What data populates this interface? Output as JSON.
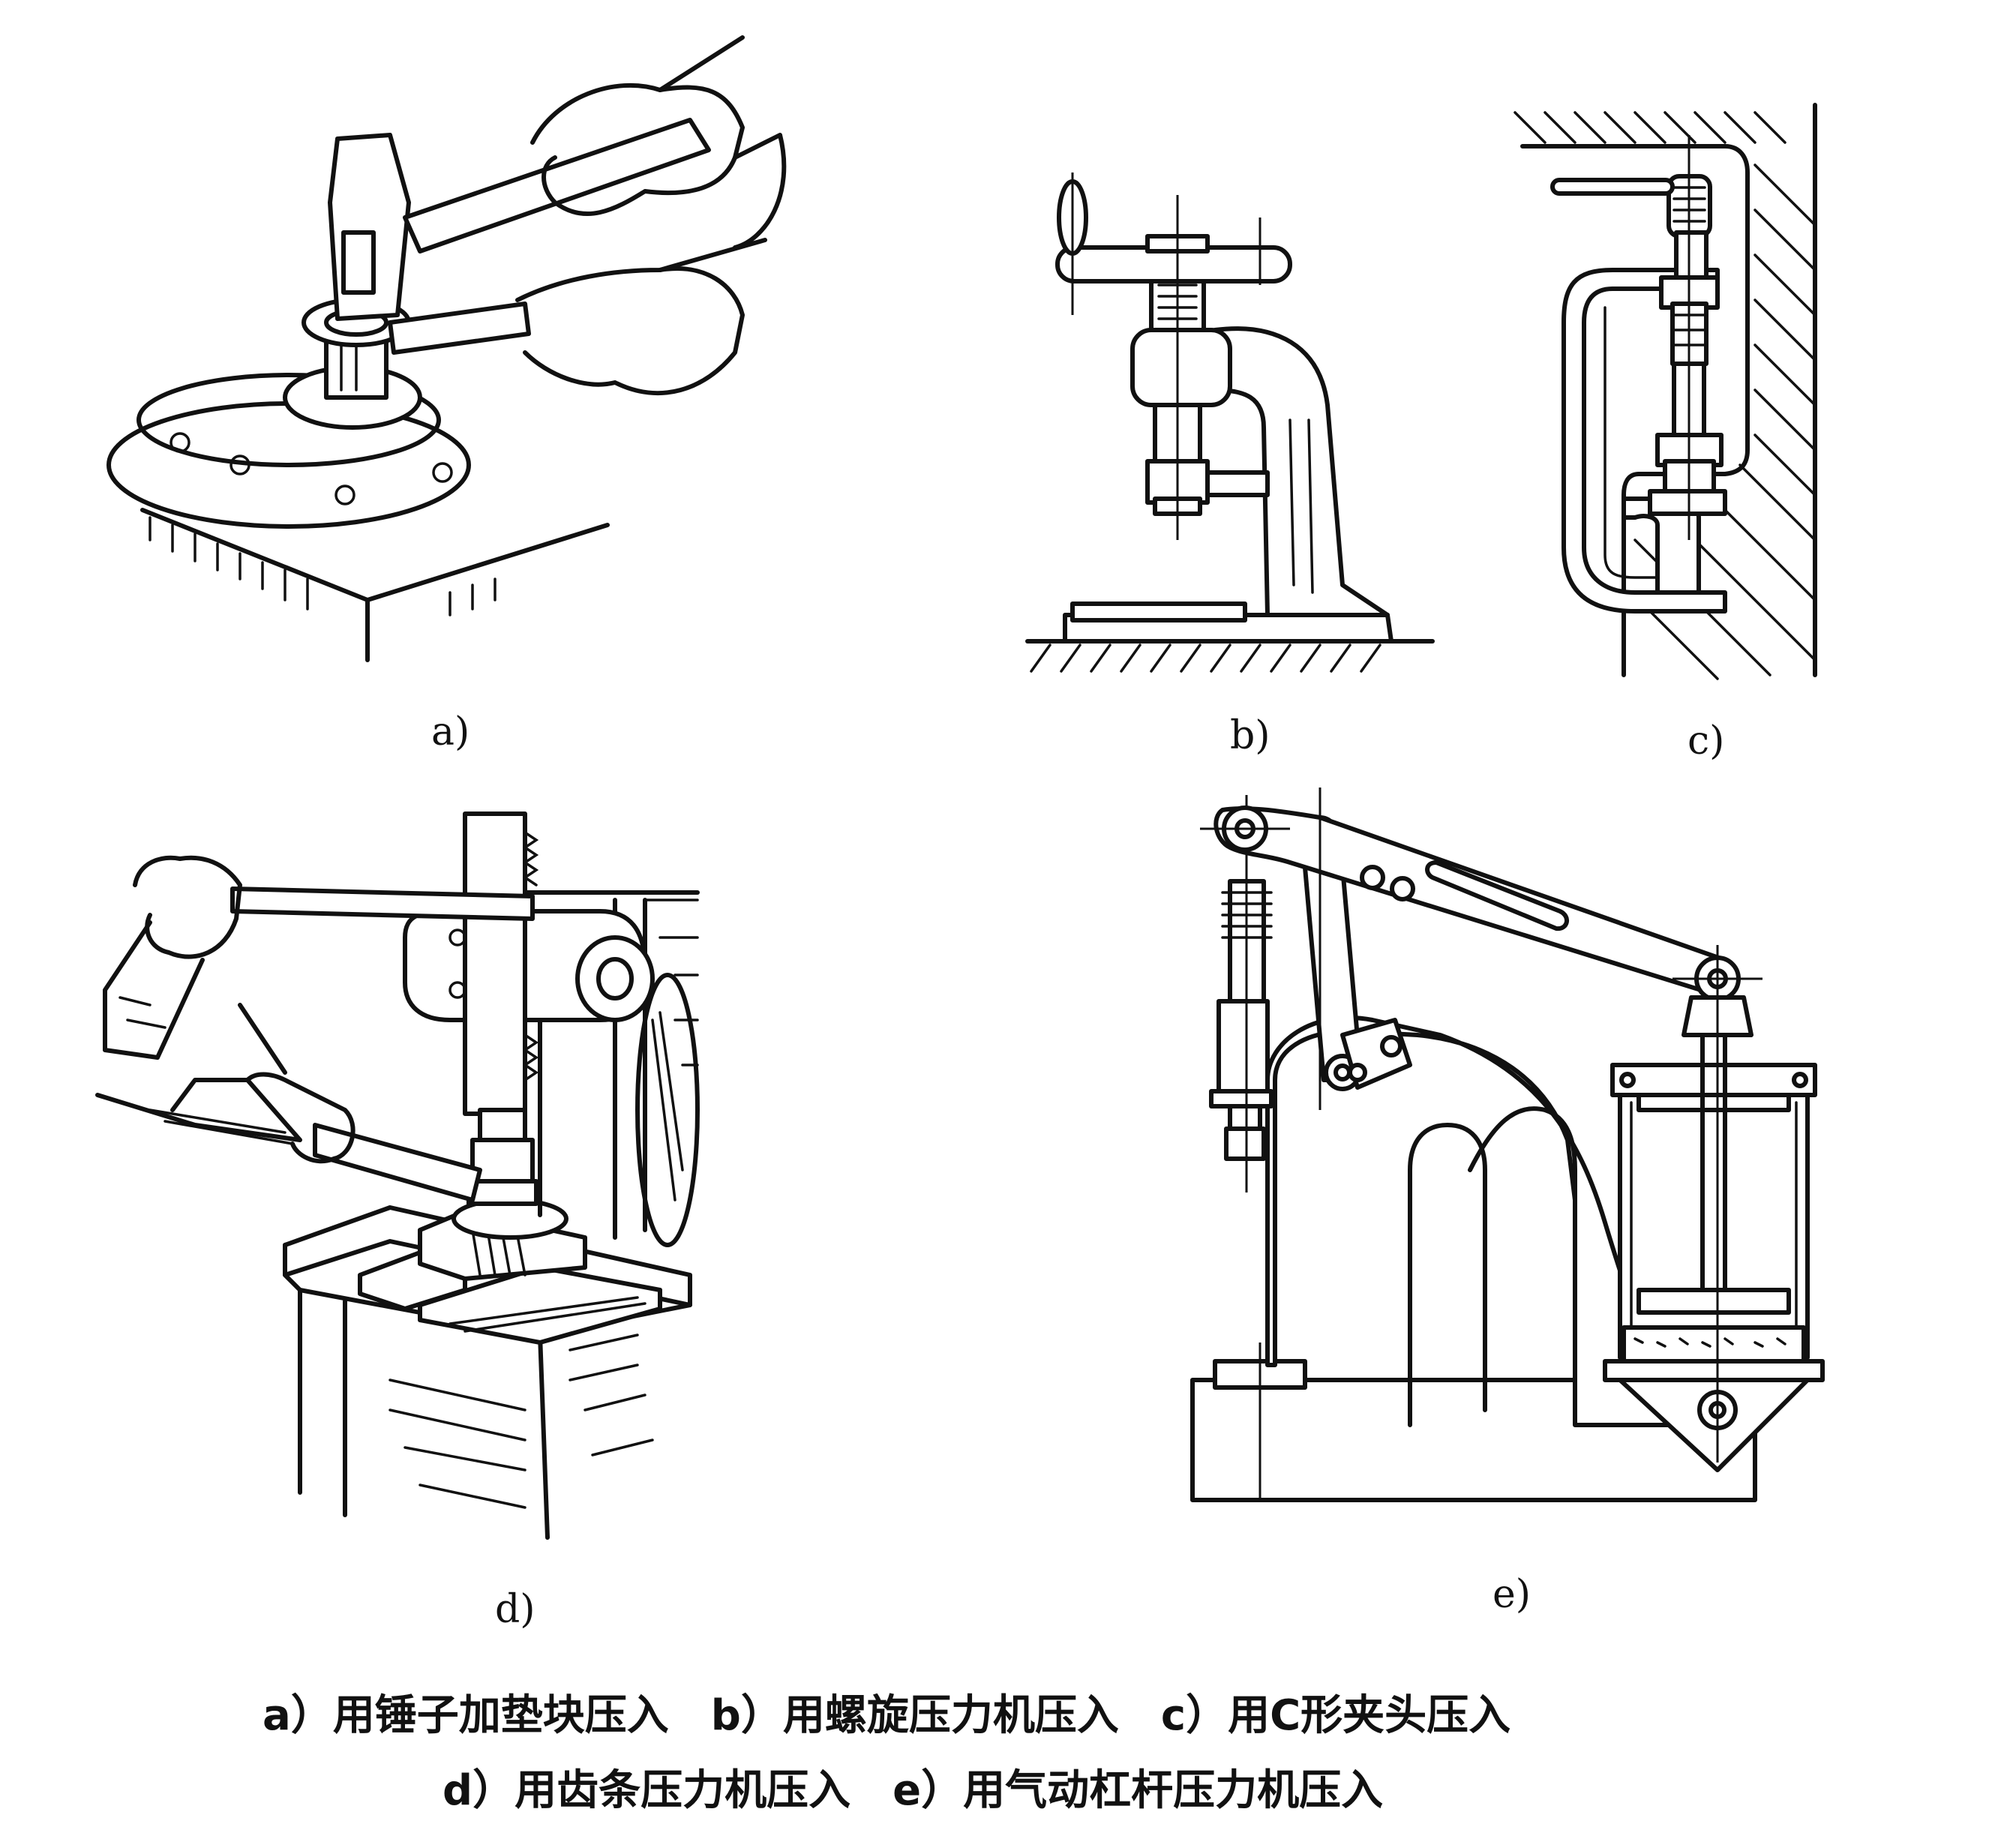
{
  "panels": [
    {
      "id": "a",
      "label": "a)"
    },
    {
      "id": "b",
      "label": "b)"
    },
    {
      "id": "c",
      "label": "c)"
    },
    {
      "id": "d",
      "label": "d)"
    },
    {
      "id": "e",
      "label": "e)"
    }
  ],
  "caption": {
    "line1": "a）用锤子加垫块压入　b）用螺旋压力机压入　c）用C形夹头压入",
    "line2": "d）用齿条压力机压入　e）用气动杠杆压力机压入"
  }
}
